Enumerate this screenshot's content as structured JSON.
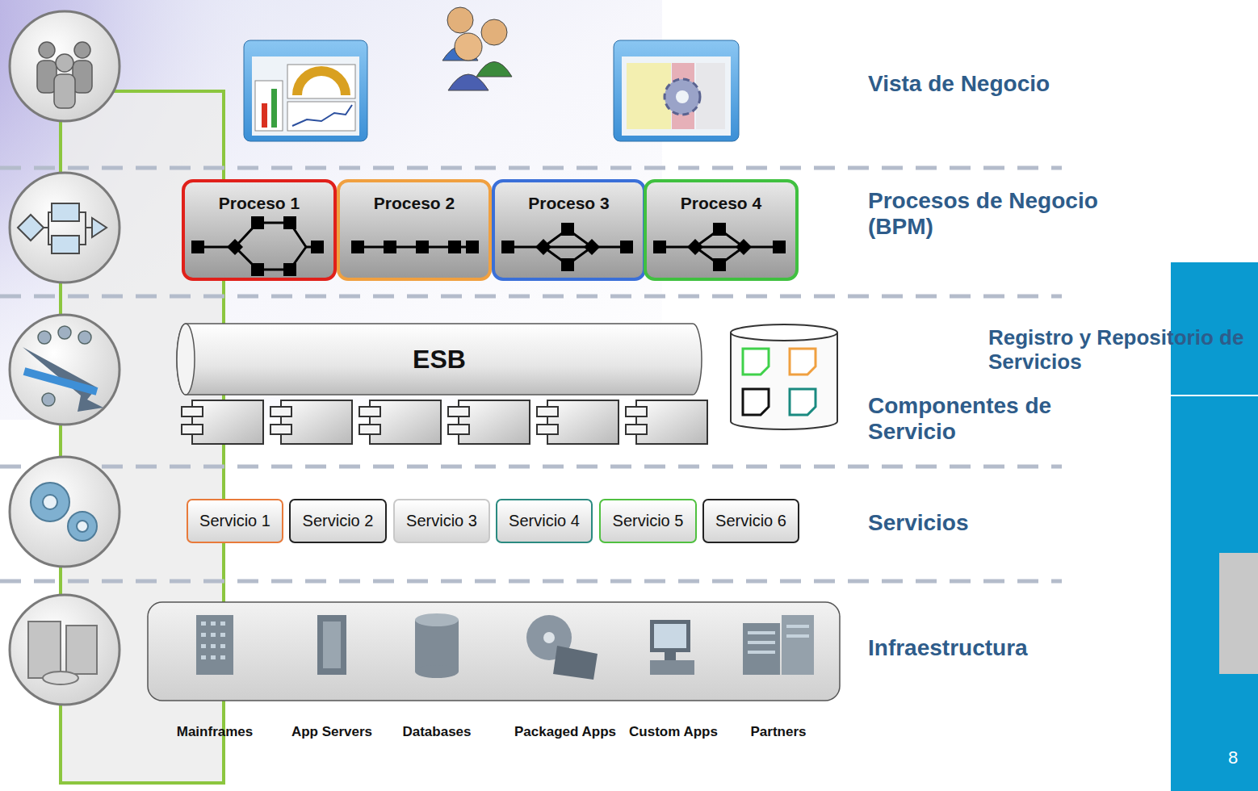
{
  "diagram": {
    "nodes": [
      {
        "text": [
          "Proceso 1"
        ]
      },
      {
        "text": [
          "Proceso 2"
        ]
      },
      {
        "text": [
          "Proceso 3"
        ]
      },
      {
        "text": [
          "Proceso 4"
        ]
      },
      {
        "text": [
          "ESB"
        ]
      },
      {
        "text": [
          "Servicio 1"
        ]
      },
      {
        "text": [
          "Servicio 2"
        ]
      },
      {
        "text": [
          "Servicio 3"
        ]
      },
      {
        "text": [
          "Servicio 4"
        ]
      },
      {
        "text": [
          "Servicio 5"
        ]
      },
      {
        "text": [
          "Servicio 6"
        ]
      }
    ],
    "labels": [
      "Vista de Negocio",
      "Procesos de Negocio (BPM)",
      "Registro y Repositorio de Servicios",
      "Componentes de Servicio",
      "Servicios",
      "Infraestructura",
      "Mainframes",
      "App Servers",
      "Databases",
      "Packaged Apps",
      "Custom Apps",
      "Partners",
      "8"
    ]
  }
}
